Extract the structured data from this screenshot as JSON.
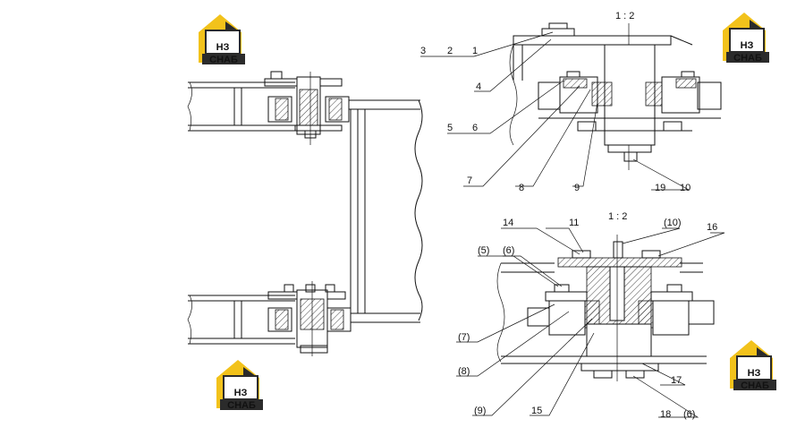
{
  "logo": {
    "mark": "НЗ",
    "caption": "СНАБ",
    "colors": {
      "yellow": "#F2C21B",
      "dark": "#2b2b2b",
      "white": "#ffffff"
    }
  },
  "scale_labels": {
    "top": "1 : 2",
    "bottom": "1 : 2"
  },
  "callouts_top": {
    "c3": "3",
    "c2": "2",
    "c1": "1",
    "c4": "4",
    "c5": "5",
    "c6": "6",
    "c7": "7",
    "c8": "8",
    "c9": "9",
    "c19": "19",
    "c10": "10"
  },
  "callouts_bottom": {
    "c14": "14",
    "c11": "11",
    "c10p": "(10)",
    "c16": "16",
    "c5p": "(5)",
    "c6p": "(6)",
    "c7p": "(7)",
    "c8p": "(8)",
    "c9p": "(9)",
    "c15": "15",
    "c17": "17",
    "c18": "18",
    "c6p2": "(6)"
  }
}
